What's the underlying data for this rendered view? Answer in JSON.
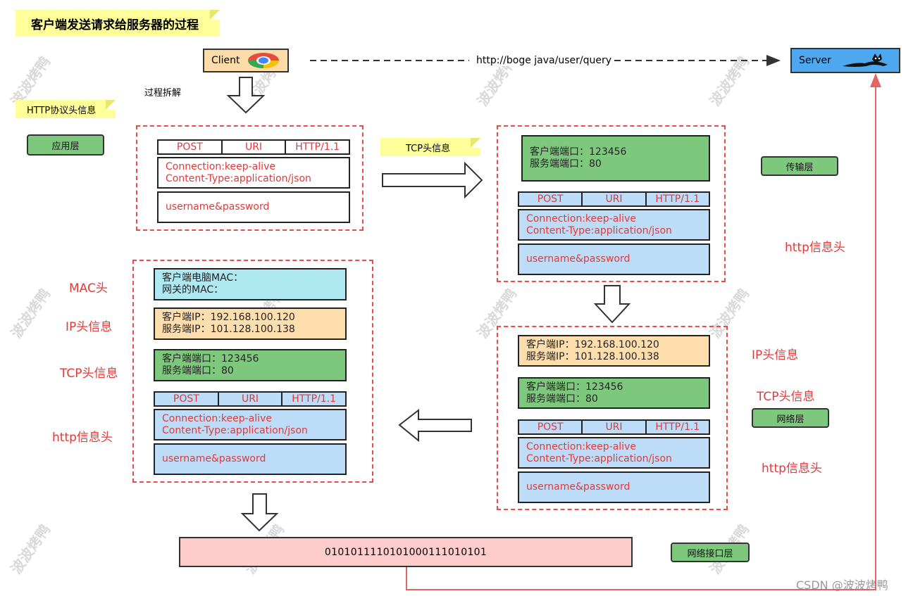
{
  "title": "客户端发送请求给服务器的过程",
  "client_label": "Client",
  "server_label": "Server",
  "url": "http://boge  java/user/query",
  "process_breakdown": "过程拆解",
  "http_header_note": "HTTP协议头信息",
  "tcp_header_note": "TCP头信息",
  "layers": {
    "application": "应用层",
    "transport": "传输层",
    "network": "网络层",
    "link": "网络接口层"
  },
  "http": {
    "method": "POST",
    "uri": "URI",
    "version": "HTTP/1.1",
    "connection": "Connection:keep-alive",
    "content_type": "Content-Type:application/json",
    "body": "username&password"
  },
  "tcp": {
    "client_port": "客户端端口：123456",
    "server_port": "服务端端口：80"
  },
  "ip": {
    "client_ip": "客户端IP：192.168.100.120",
    "server_ip": "服务端IP：101.128.100.138"
  },
  "mac": {
    "client_mac": "客户端电脑MAC：",
    "gateway_mac": "网关的MAC："
  },
  "labels": {
    "http_header_right": "http信息头",
    "ip_header_right": "IP头信息",
    "tcp_header_right": "TCP头信息",
    "http_header_right2": "http信息头",
    "mac_header_left": "MAC头",
    "ip_header_left": "IP头信息",
    "tcp_header_left": "TCP头信息",
    "http_header_left": "http信息头"
  },
  "binary": "010101111010100011101010​1",
  "watermark": "波波烤鸭",
  "footer": "CSDN @波波烤鸭",
  "colors": {
    "accent_red": "#e03a3a",
    "green": "#7ec87e",
    "blue": "#bcdcf7",
    "peach": "#ffdead",
    "cyan": "#aee9f2",
    "pink": "#ffcccc",
    "server_blue": "#4ea8f0"
  }
}
